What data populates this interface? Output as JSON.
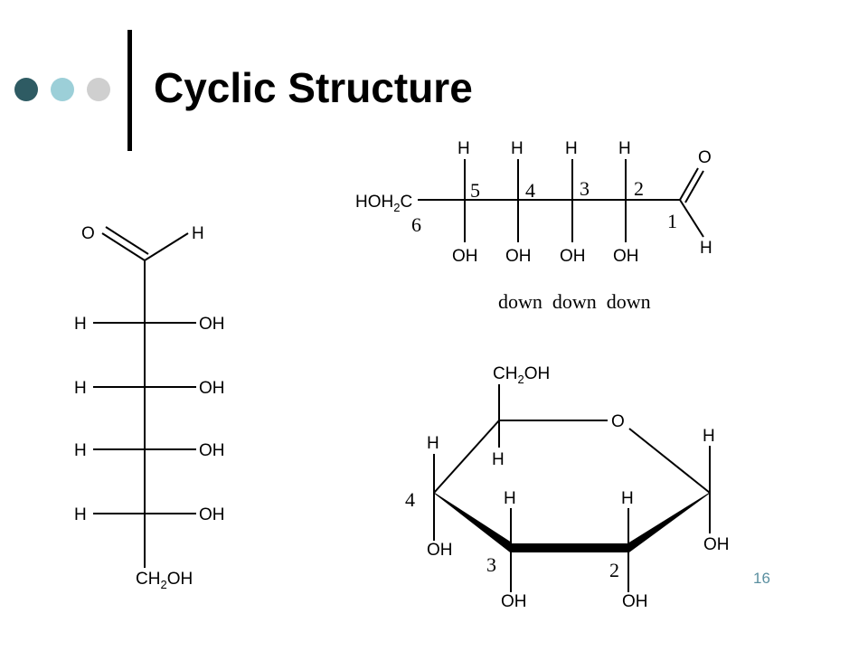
{
  "slide": {
    "title": "Cyclic Structure",
    "page_number": "16",
    "dot_colors": [
      "#2e5b63",
      "#9ccfd8",
      "#cfcfcf"
    ]
  },
  "fischer": {
    "top_o": "O",
    "top_h": "H",
    "rows": [
      {
        "left": "H",
        "right": "OH"
      },
      {
        "left": "H",
        "right": "OH"
      },
      {
        "left": "H",
        "right": "OH"
      },
      {
        "left": "H",
        "right": "OH"
      }
    ],
    "bottom": {
      "a": "CH",
      "sub": "2",
      "b": "OH"
    }
  },
  "chain": {
    "left_group": {
      "a": "HOH",
      "sub": "2",
      "b": "C"
    },
    "top_h": [
      "H",
      "H",
      "H",
      "H"
    ],
    "bottom_oh": [
      "OH",
      "OH",
      "OH",
      "OH"
    ],
    "carbon_numbers": [
      "6",
      "5",
      "4",
      "3",
      "2",
      "1"
    ],
    "aldehyde_o": "O",
    "aldehyde_h": "H",
    "caption": "down  down  down"
  },
  "ring": {
    "ch2oh": {
      "a": "CH",
      "sub": "2",
      "b": "OH"
    },
    "ring_o": "O",
    "c5_h": "H",
    "c4_h": "H",
    "c4_oh": "OH",
    "c4_num": "4",
    "c3_h": "H",
    "c3_oh": "OH",
    "c3_num": "3",
    "c2_h": "H",
    "c2_oh": "OH",
    "c2_num": "2",
    "c1_h": "H",
    "c1_oh": "OH"
  }
}
